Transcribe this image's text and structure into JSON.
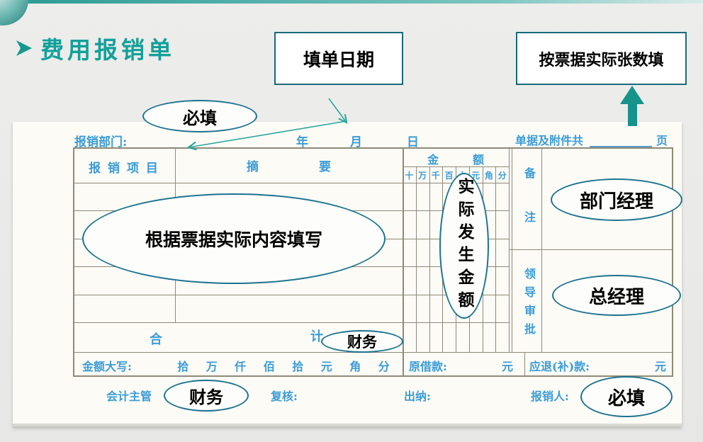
{
  "slide": {
    "title": "费用报销单",
    "colors": {
      "accent_teal": "#12a09a",
      "callout_border": "#1d7390",
      "box_border": "#19697b",
      "form_text_blue": "#3b9cd6",
      "grid_line": "#8f8977",
      "arrow_teal": "#2ba69e"
    },
    "callouts": {
      "fill_date_box": "填单日期",
      "pages_box": "按票据实际张数填",
      "required_top": "必填",
      "fill_content": "根据票据实际内容填写",
      "actual_amount": "实际发生金额",
      "dept_manager": "部门经理",
      "general_manager": "总经理",
      "finance_total": "财务",
      "finance_sign": "财务",
      "required_bottom": "必填"
    }
  },
  "form": {
    "dept_label": "报销部门:",
    "year": "年",
    "month": "月",
    "day": "日",
    "attachments_label": "单据及附件共",
    "attachments_unit": "页",
    "table": {
      "col_item": "报 销 项 目",
      "col_summary": "摘　　　　　要",
      "col_amount": "金　　　额",
      "amount_digits": [
        "十",
        "万",
        "千",
        "百",
        "十",
        "元",
        "角",
        "分"
      ],
      "col_remark": "备注",
      "approval_label": "领导审批",
      "total_left": "合",
      "total_right": "计"
    },
    "amount_words_label": "金额大写:",
    "amount_words_units": [
      "拾",
      "万",
      "仟",
      "佰",
      "拾",
      "元",
      "角",
      "分"
    ],
    "original_loan_label": "原借款:",
    "original_loan_unit": "元",
    "refund_label": "应退(补)款:",
    "refund_unit": "元",
    "signatures": {
      "accounting_supervisor": "会计主管",
      "reviewer": "复核:",
      "cashier": "出纳:",
      "claimant": "报销人:"
    }
  }
}
